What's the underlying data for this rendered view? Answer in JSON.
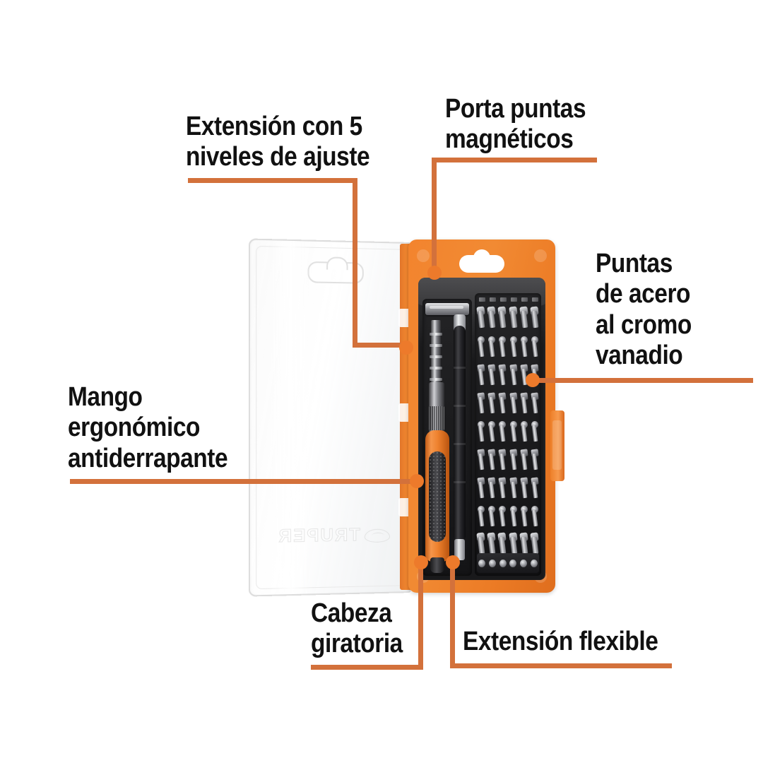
{
  "page": {
    "background_color": "#FFFFFF",
    "accent_color": "#D3713B",
    "case_color": "#F0862F",
    "text_color": "#111111"
  },
  "callouts": [
    {
      "id": "extension-5-niveles",
      "label": "Extensión con 5\nniveles de ajuste",
      "position": "top-left",
      "points_to": "telescoping-extension-shaft"
    },
    {
      "id": "porta-puntas-magneticos",
      "label": "Porta puntas\nmagnéticos",
      "position": "top-center",
      "points_to": "magnetic-bit-holder"
    },
    {
      "id": "puntas-acero-cromo-vanadio",
      "label": "Puntas\nde acero\nal cromo\nvanadio",
      "position": "right",
      "points_to": "bit-grid"
    },
    {
      "id": "mango-ergonomico",
      "label": "Mango\nergonómico\nantiderrapante",
      "position": "left",
      "points_to": "screwdriver-handle"
    },
    {
      "id": "cabeza-giratoria",
      "label": "Cabeza\ngiratoria",
      "position": "bottom-left",
      "points_to": "swivel-cap"
    },
    {
      "id": "extension-flexible",
      "label": "Extensión flexible",
      "position": "bottom-right",
      "points_to": "flexible-extension"
    }
  ],
  "product": {
    "brand": "TRUPER",
    "type": "precision screwdriver bit set in hinged case",
    "case_color": "#F0862F",
    "lid": "transparent blister lid with hang hole",
    "tray": {
      "bit_rows": 9,
      "bits_per_row": 6,
      "socket_row_count": 6
    }
  }
}
